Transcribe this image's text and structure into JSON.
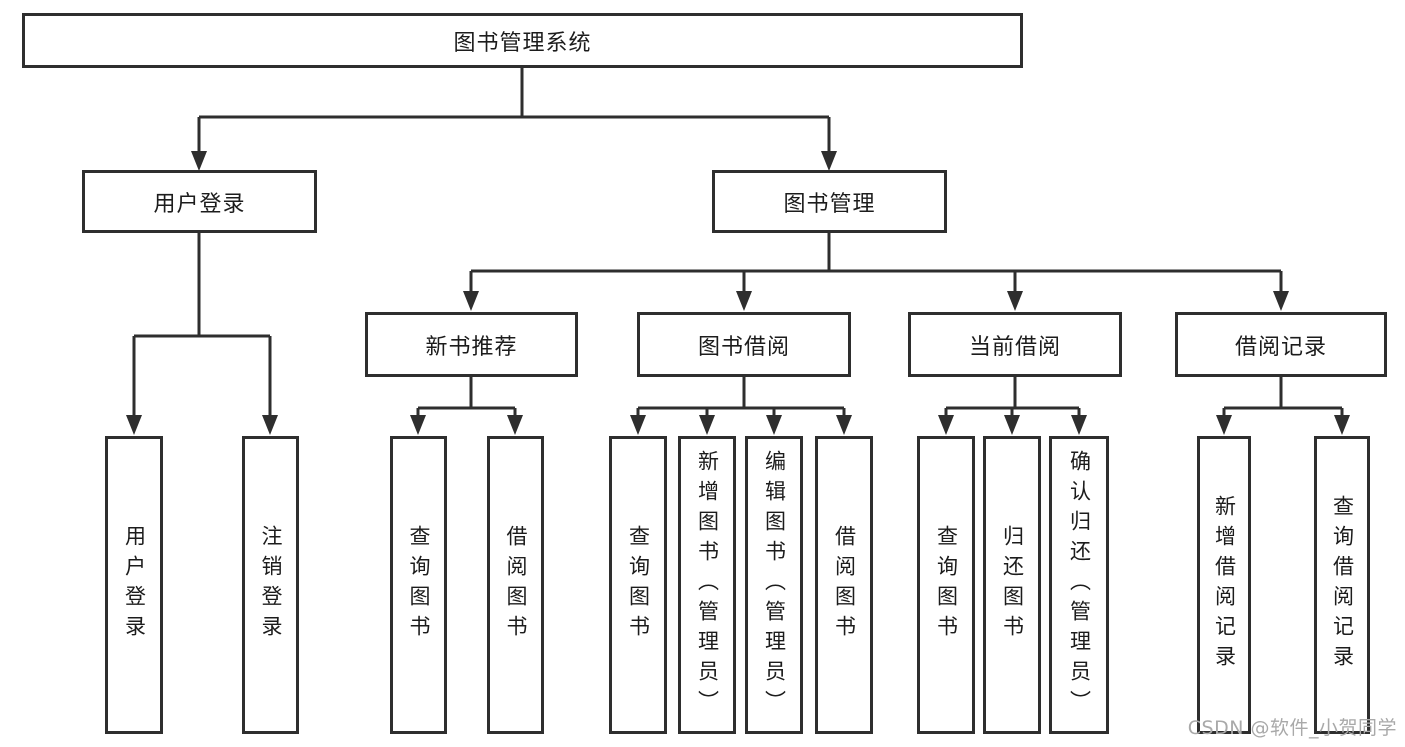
{
  "diagram": {
    "root": {
      "label": "图书管理系统"
    },
    "branches": [
      {
        "label": "用户登录",
        "children": [
          {
            "label": "用户登录"
          },
          {
            "label": "注销登录"
          }
        ]
      },
      {
        "label": "图书管理",
        "children": [
          {
            "label": "新书推荐",
            "children": [
              {
                "label": "查询图书"
              },
              {
                "label": "借阅图书"
              }
            ]
          },
          {
            "label": "图书借阅",
            "children": [
              {
                "label": "查询图书"
              },
              {
                "label": "新增图书（管理员）"
              },
              {
                "label": "编辑图书（管理员）"
              },
              {
                "label": "借阅图书"
              }
            ]
          },
          {
            "label": "当前借阅",
            "children": [
              {
                "label": "查询图书"
              },
              {
                "label": "归还图书"
              },
              {
                "label": "确认归还（管理员）"
              }
            ]
          },
          {
            "label": "借阅记录",
            "children": [
              {
                "label": "新增借阅记录"
              },
              {
                "label": "查询借阅记录"
              }
            ]
          }
        ]
      }
    ]
  },
  "watermark": {
    "text": "CSDN @软件_小贺同学"
  },
  "colors": {
    "line": "#2e2e2e",
    "border": "#2e2e2e",
    "text": "#1c1c1c",
    "watermark": "#a9a9a9",
    "background": "#ffffff"
  }
}
